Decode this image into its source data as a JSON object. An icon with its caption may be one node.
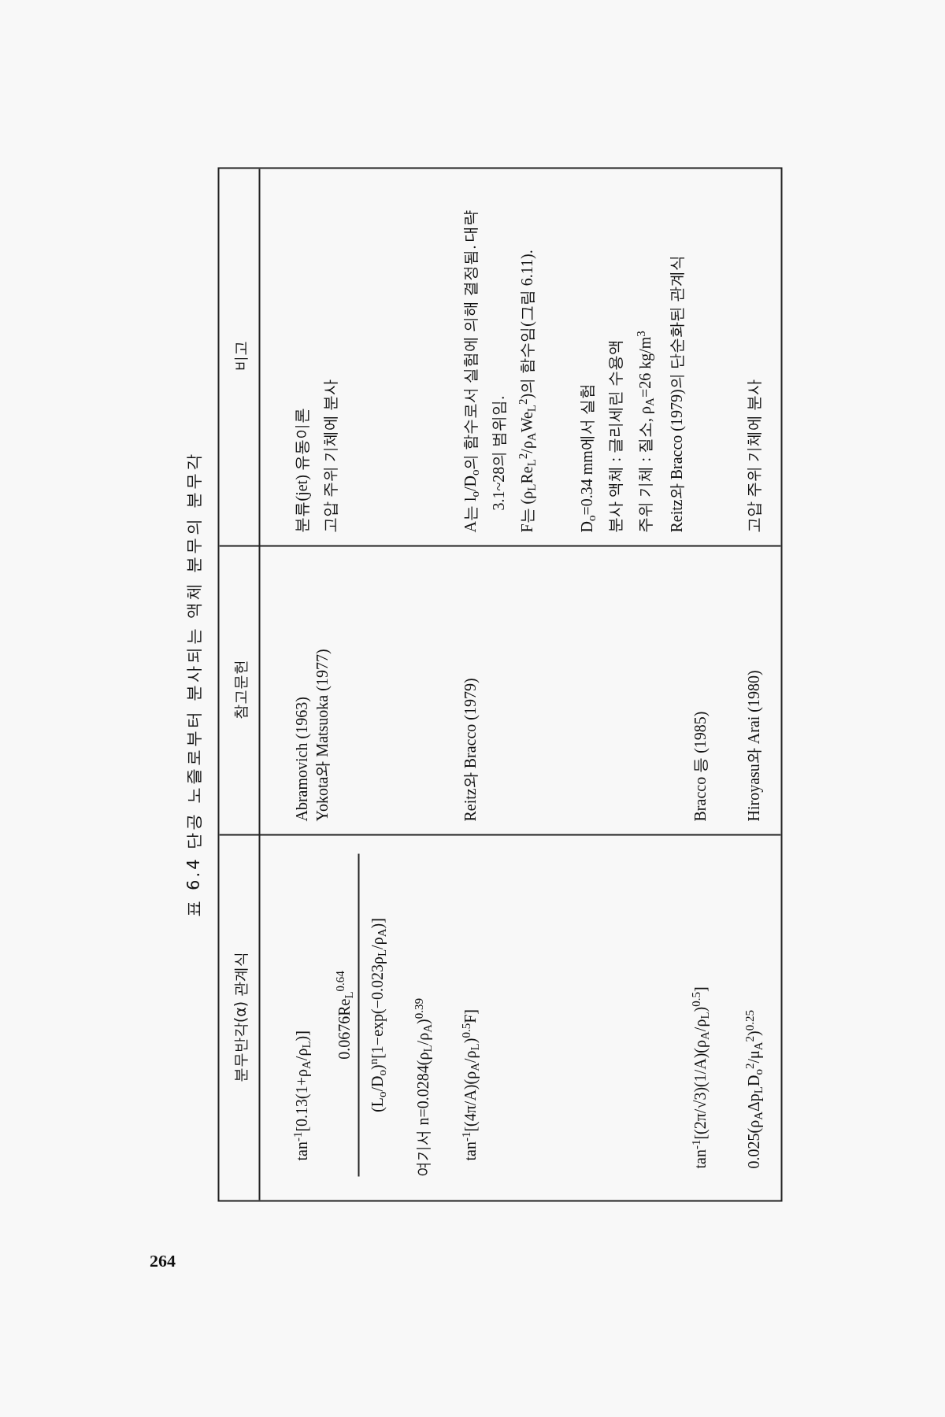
{
  "diagram": {
    "title": "표 6.4 단공 노즐로부터 분사되는 액체 분무의 분무각",
    "labels": [
      "분무반각(α) 관계식",
      "참고문헌",
      "비고",
      "tan$^{-1}$[0.13(1+ρ$_{A}$/ρ$_{L}$)]",
      "Abramovich (1963)",
      "분류(jet) 유동이론",
      "0.0676Re$_{L}$$^{0.64}$",
      "Yokota와 Matsuoka (1977)",
      "고압 주위 기체에 분사",
      "(L$_{o}$/D$_{o}$)$^{n}$[1−exp(−0.023ρ$_{L}$/ρ$_{A}$)]",
      "여기서 n=0.0284(ρ$_{L}$/ρ$_{A}$)$^{0.39}$",
      "tan$^{-1}$[(4π/A)(ρ$_{A}$/ρ$_{L}$)$^{0.5}$F]",
      "Reitz와 Bracco (1979)",
      "A는 l$_{o}$/D$_{o}$의 함수로서 실험에 의해 결정됨. 대략 3.1~28의 범위임.",
      "F는 (ρ$_{L}$Re$_{L}$$^{2}$/ρ$_{A}$We$_{L}$$^{2}$)의 함수임(그림 6.11).",
      "D$_{o}$=0.34 mm에서 실험",
      "분사 액체 : 글리세린 수용액",
      "주위 기체 : 질소, ρ$_{A}$=26 kg/m$^{3}$",
      "tan$^{-1}$[(2π/√3)(1/A)(ρ$_{A}$/ρ$_{L}$)$^{0.5}$]",
      "Bracco 등 (1985)",
      "Reitz와 Bracco (1979)의 단순화된 관계식",
      "0.025(ρ$_{A}$Δp$_{L}$D$_{o}$$^{2}$/μ$_{A}$$^{2}$)$^{0.25}$",
      "Hiroyasu와 Arai (1980)",
      "고압 주위 기체에 분사",
      "264"
    ]
  }
}
